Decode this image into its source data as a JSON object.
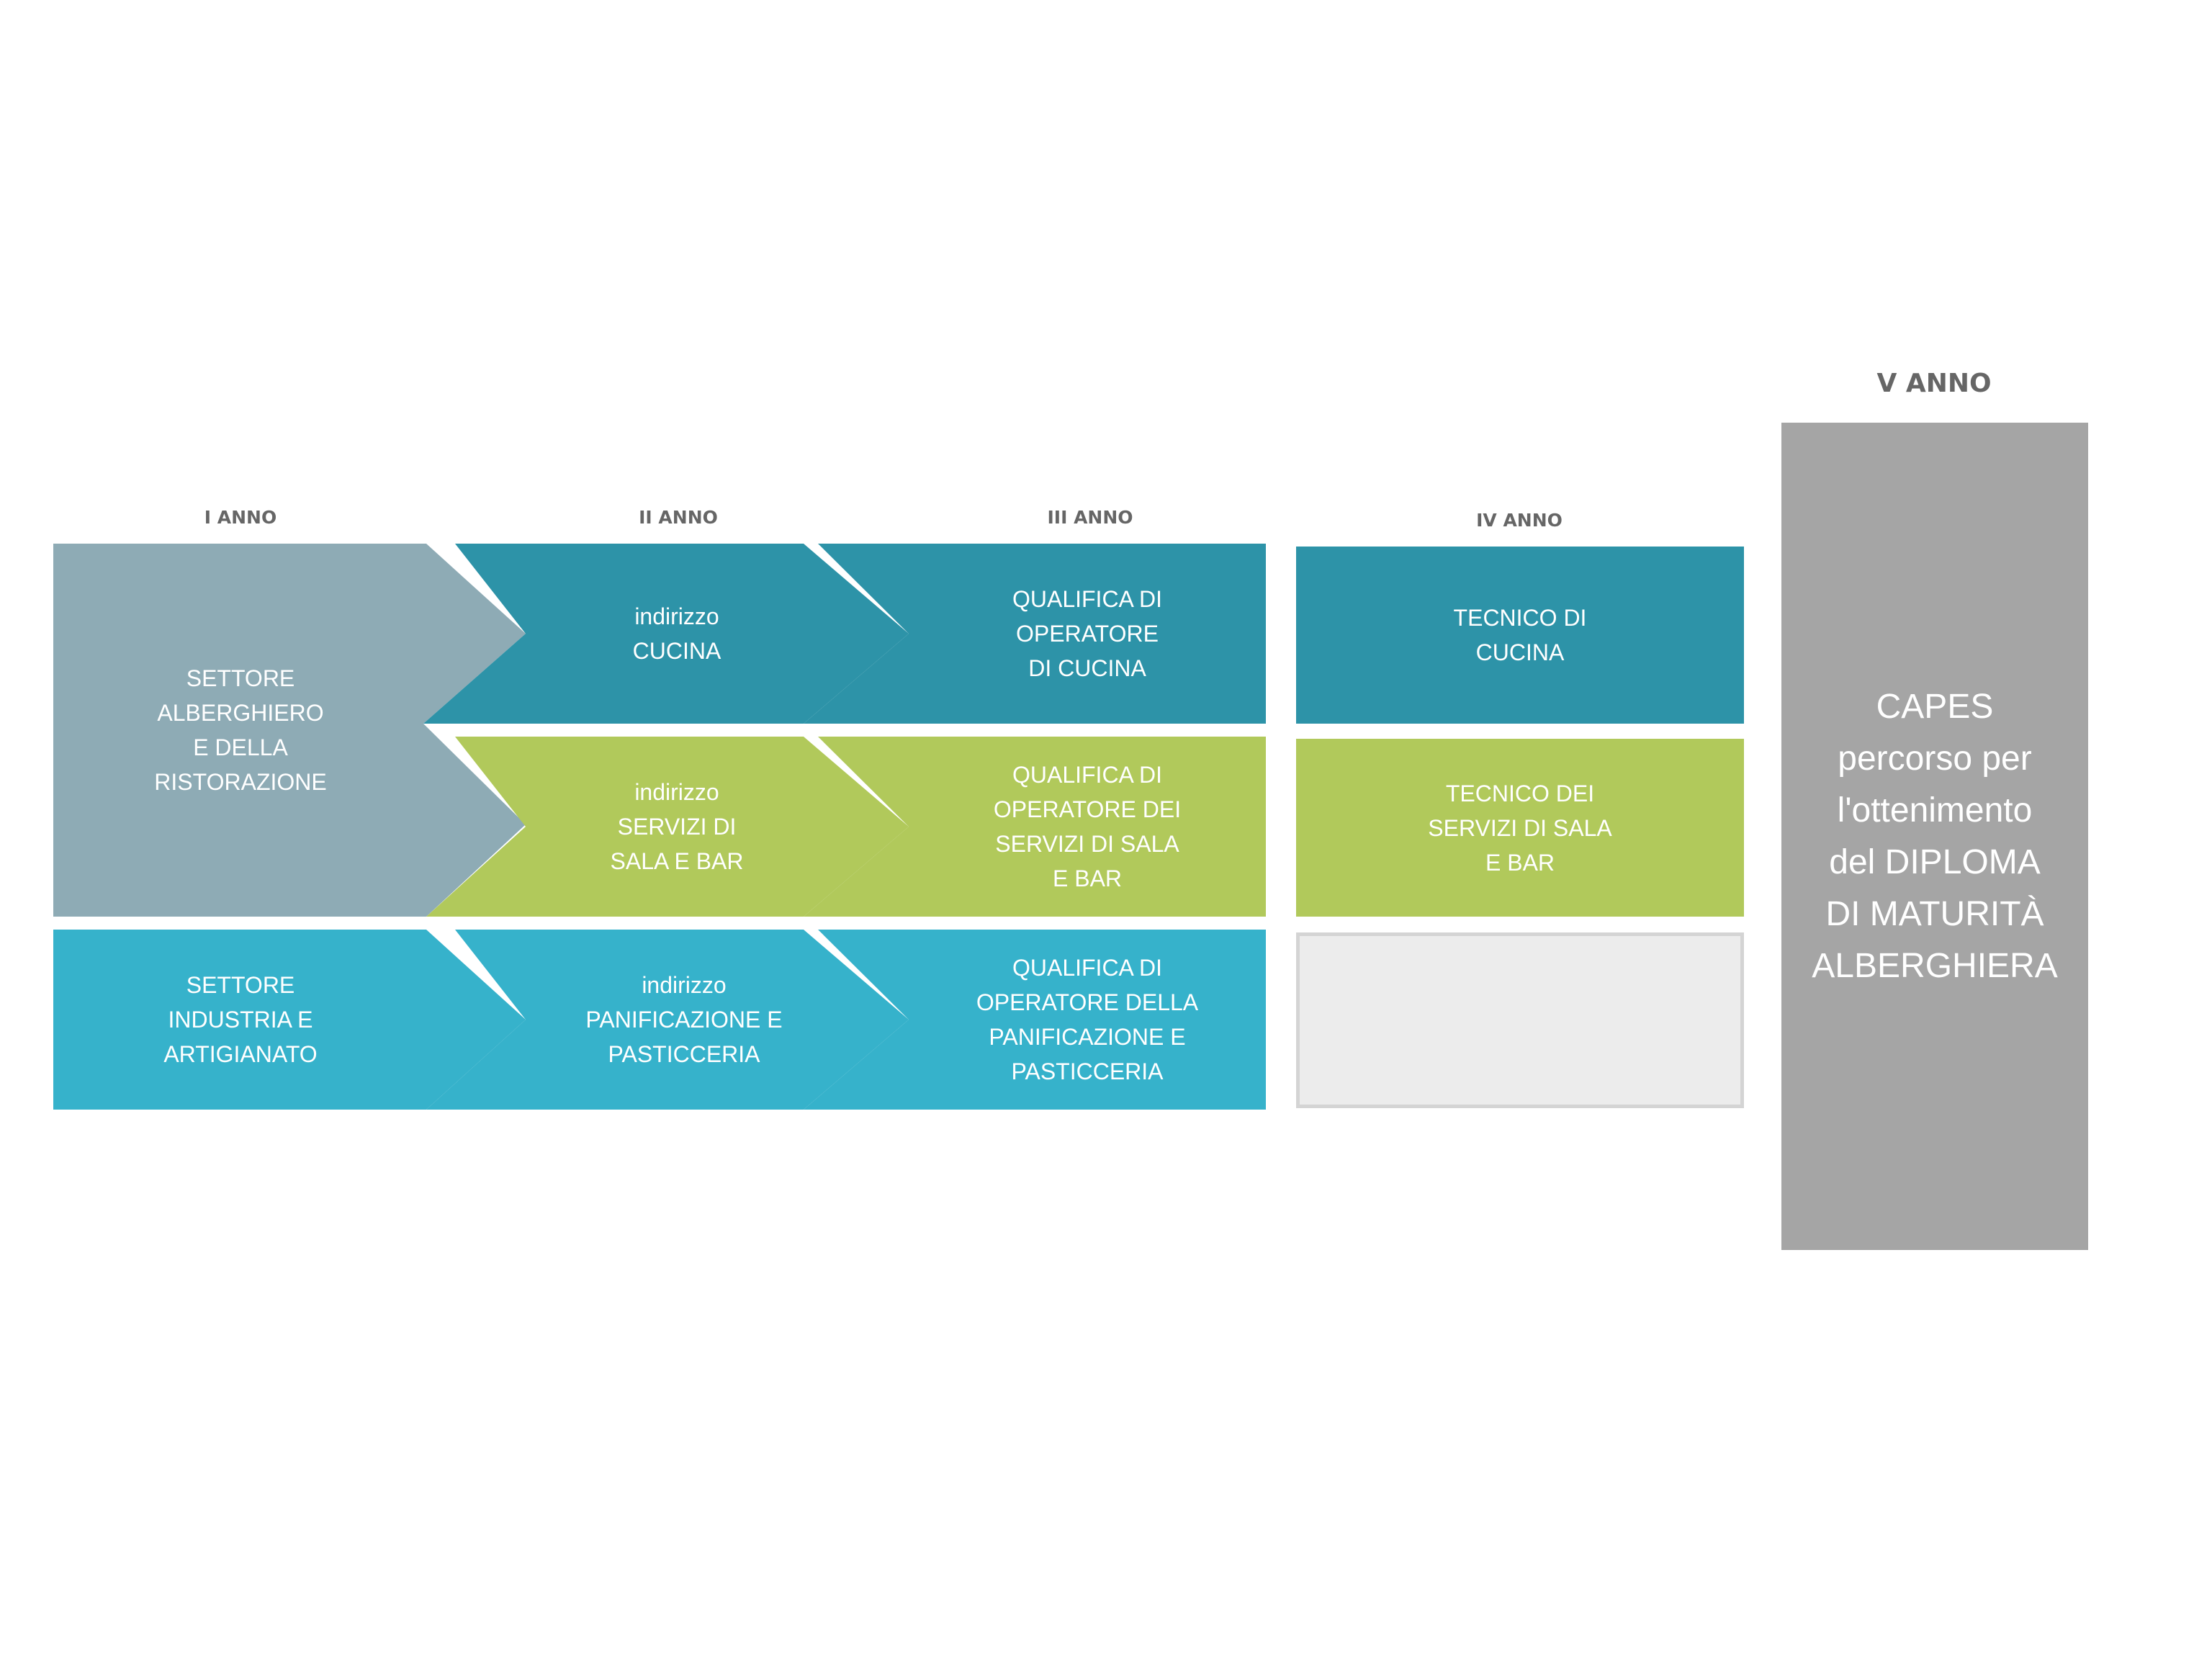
{
  "colors": {
    "slate": "#8eabb5",
    "teal": "#2d93a8",
    "green": "#b1c95b",
    "cyan": "#36b2cb",
    "empty": "#ececec",
    "final": "#a5a5a5"
  },
  "years": {
    "y1": "I ANNO",
    "y2": "II ANNO",
    "y3": "III ANNO",
    "y4": "IV ANNO",
    "y5": "V ANNO"
  },
  "rows": {
    "alberghiero": {
      "year1": [
        "SETTORE",
        "ALBERGHIERO",
        "E DELLA",
        "RISTORAZIONE"
      ]
    },
    "cucina": {
      "year2": [
        "indirizzo",
        "CUCINA"
      ],
      "year3": [
        "QUALIFICA DI",
        "OPERATORE",
        "DI CUCINA"
      ],
      "year4": [
        "TECNICO DI",
        "CUCINA"
      ]
    },
    "sala": {
      "year2": [
        "indirizzo",
        "SERVIZI DI",
        "SALA E BAR"
      ],
      "year3": [
        "QUALIFICA DI",
        "OPERATORE DEI",
        "SERVIZI DI SALA",
        "E BAR"
      ],
      "year4": [
        "TECNICO DEI",
        "SERVIZI DI SALA",
        "E BAR"
      ]
    },
    "industria": {
      "year1": [
        "SETTORE",
        "INDUSTRIA E",
        "ARTIGIANATO"
      ],
      "year2": [
        "indirizzo",
        "PANIFICAZIONE E",
        "PASTICCERIA"
      ],
      "year3": [
        "QUALIFICA DI",
        "OPERATORE DELLA",
        "PANIFICAZIONE E",
        "PASTICCERIA"
      ]
    }
  },
  "final": [
    "CAPES",
    "percorso per",
    "l'ottenimento",
    "del DIPLOMA",
    "DI MATURITÀ",
    "ALBERGHIERA"
  ]
}
